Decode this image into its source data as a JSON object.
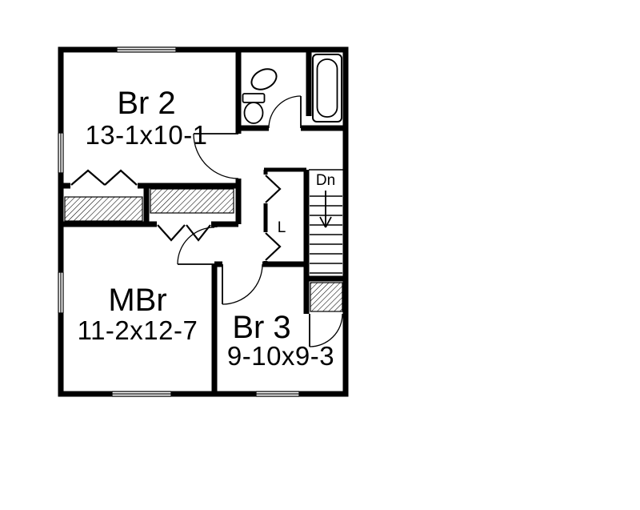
{
  "rooms": {
    "br2": {
      "name": "Br 2",
      "dims": "13-1x10-1"
    },
    "mbr": {
      "name": "MBr",
      "dims": "11-2x12-7"
    },
    "br3": {
      "name": "Br 3",
      "dims": "9-10x9-3"
    }
  },
  "labels": {
    "stairs_down": "Dn",
    "linen_closet": "L"
  },
  "colors": {
    "line": "#000000",
    "background": "#ffffff"
  }
}
